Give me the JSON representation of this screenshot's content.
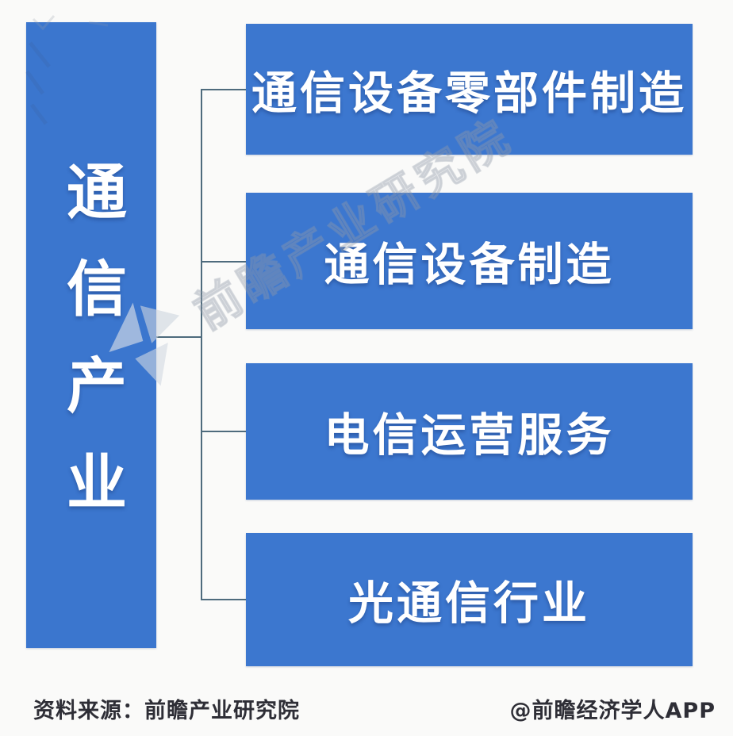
{
  "diagram": {
    "root_label": "通信产业",
    "branches": [
      {
        "label": "通信设备零部件制造"
      },
      {
        "label": "通信设备制造"
      },
      {
        "label": "电信运营服务"
      },
      {
        "label": "光通信行业"
      }
    ]
  },
  "watermark": {
    "text": "前瞻产业研究院",
    "logo_icon": "qianzhan-compass-icon"
  },
  "footer": {
    "source": "资料来源：前瞻产业研究院",
    "credit": "@前瞻经济学人APP"
  },
  "colors": {
    "node_blue": "#3c77cf",
    "root_blue": "#3b76ce",
    "connector": "#4e6b7d",
    "node_text": "#ffffff",
    "footer_text": "#2e2e36",
    "background": "#fafaf9"
  }
}
